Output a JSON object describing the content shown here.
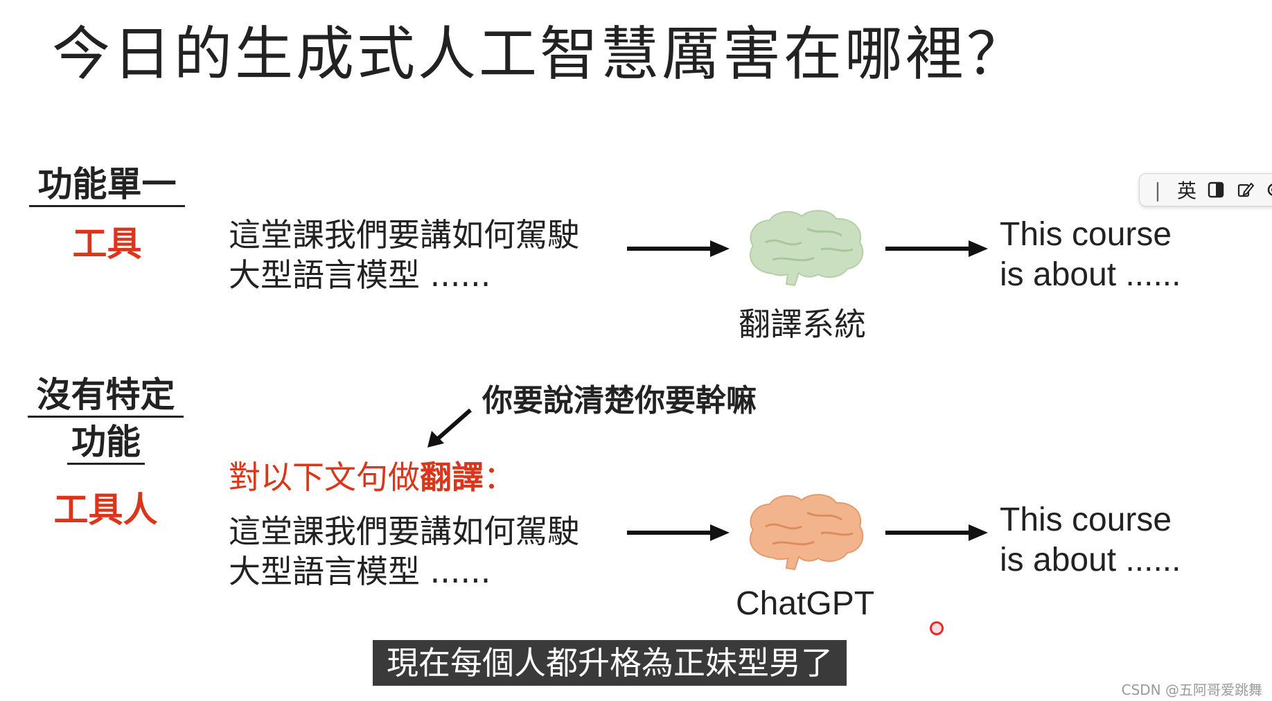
{
  "slide": {
    "title": "今日的生成式人工智慧厲害在哪裡？",
    "section1": {
      "heading": "功能單一",
      "label": "工具",
      "input_line1": "這堂課我們要講如何駕駛",
      "input_line2": "大型語言模型 ......",
      "model_name": "翻譯系統",
      "output_line1": "This course",
      "output_line2": "is about ......"
    },
    "section2": {
      "heading_line1": "沒有特定",
      "heading_line2": "功能",
      "label": "工具人",
      "annotation": "你要說清楚你要幹嘛",
      "prompt_prefix": "對以下文句做",
      "prompt_bold": "翻譯",
      "prompt_suffix": "：",
      "input_line1": "這堂課我們要講如何駕駛",
      "input_line2": "大型語言模型 ......",
      "model_name": "ChatGPT",
      "output_line1": "This course",
      "output_line2": "is about ......"
    }
  },
  "ime_toolbar": {
    "separator": "|",
    "lang_label": "英",
    "icons": [
      "contrast-icon",
      "edit-icon",
      "settings-icon"
    ]
  },
  "subtitle": "現在每個人都升格為正妹型男了",
  "watermark": "CSDN @五阿哥爱跳舞",
  "colors": {
    "red_accent": "#d9361b",
    "brain_green": "#c9dfbf",
    "brain_orange": "#f2b48c",
    "subtitle_bg": "#3a3a3a"
  }
}
